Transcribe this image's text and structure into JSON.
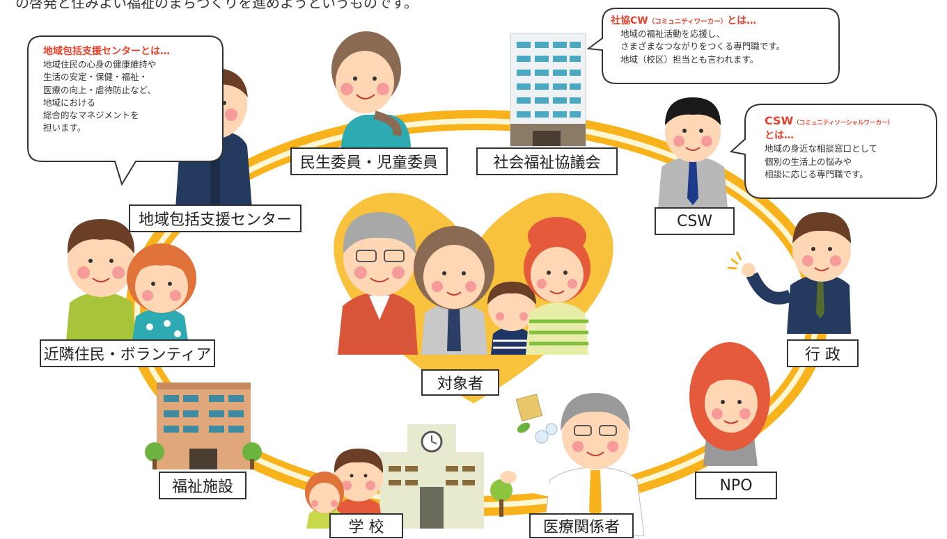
{
  "intro_text": "の啓発と住みよい福祉のまちづくりを進めようというものです。",
  "center_label": "対象者",
  "labels": {
    "minsei": "民生委員・児童委員",
    "shakyo": "社会福祉協議会",
    "houkatsu": "地域包括支援センター",
    "csw": "CSW",
    "kinrin": "近隣住民・ボランティア",
    "gyosei": "行 政",
    "fukushi_shisetsu": "福祉施設",
    "gakko": "学 校",
    "iryo": "医療関係者",
    "npo": "NPO"
  },
  "bubbles": {
    "houkatsu": {
      "title": "地域包括支援センターとは…",
      "lines": [
        "地域住民の心身の健康維持や",
        "生活の安定・保健・福祉・",
        "医療の向上・虐待防止など、",
        "地域における",
        "総合的なマネジメントを",
        "担います。"
      ]
    },
    "shakyo_cw": {
      "title": "社協CW",
      "title_small": "（コミュニティワーカー）",
      "title_end": "とは…",
      "lines": [
        "地域の福祉活動を応援し、",
        "さまざまなつながりをつくる専門職です。",
        "地域（校区）担当とも言われます。"
      ]
    },
    "csw": {
      "title": "CSW",
      "title_small": "（コミュニティソーシャルワーカー）",
      "title_end": "とは…",
      "lines": [
        "地域の身近な相談窓口として",
        "個別の生活上の悩みや",
        "相談に応じる専門職です。"
      ]
    }
  },
  "colors": {
    "ring_orange": "#f7b21c",
    "ring_cream": "#fff4c8",
    "heart": "#f9c23c",
    "accent_red": "#e8402a",
    "skin": "#ffd7b5",
    "cheek": "#f79a9a"
  }
}
